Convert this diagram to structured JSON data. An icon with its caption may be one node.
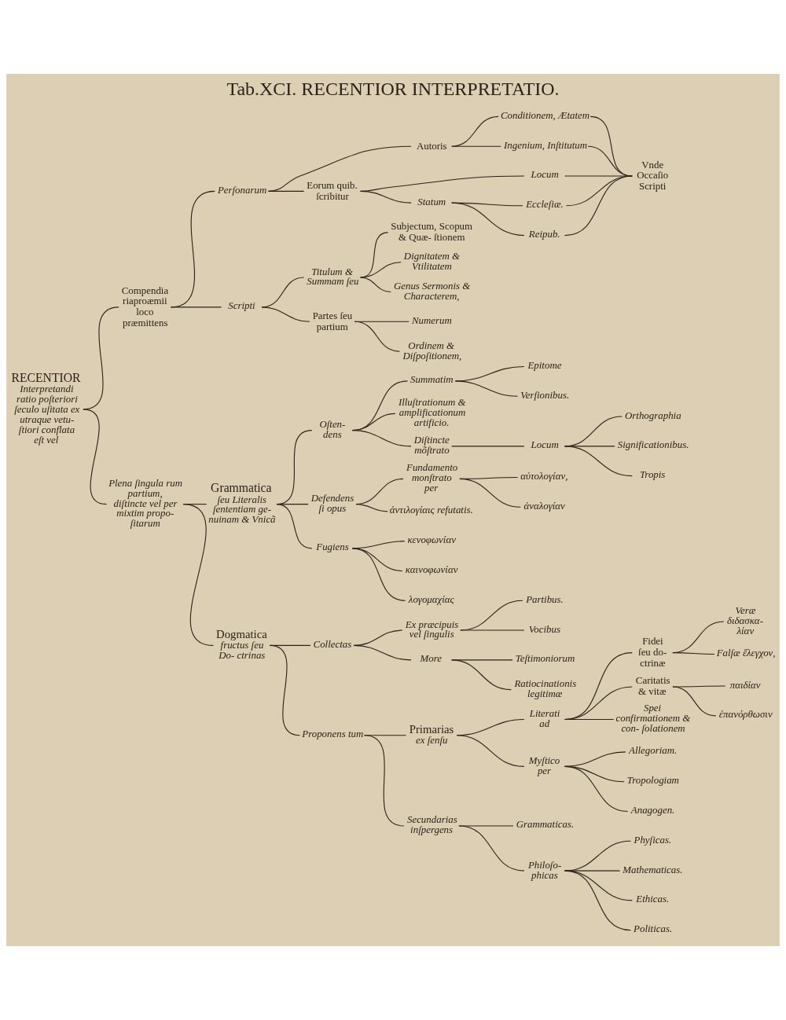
{
  "diagram": {
    "title": "Tab.XCI. RECENTIOR INTERPRETATIO.",
    "nodes": [
      {
        "text": [
          "RECENTIOR",
          "Interpretandi ratio poſteriori ſeculo uſitata ex utraque vetu- ſtiori conflata eſt vel"
        ]
      },
      {
        "text": [
          "Compendia riaproæmii loco præmittens"
        ]
      },
      {
        "text": [
          "Perſonarum"
        ]
      },
      {
        "text": [
          "Autoris"
        ]
      },
      {
        "text": [
          "Conditionem, Ætatem"
        ]
      },
      {
        "text": [
          "Ingenium, Inſtitutum"
        ]
      },
      {
        "text": [
          "Eorum quib. ſcribitur"
        ]
      },
      {
        "text": [
          "Locum"
        ]
      },
      {
        "text": [
          "Statum"
        ]
      },
      {
        "text": [
          "Eccleſiæ."
        ]
      },
      {
        "text": [
          "Reipub."
        ]
      },
      {
        "text": [
          "Vnde Occaſio Scripti"
        ]
      },
      {
        "text": [
          "Scripti"
        ]
      },
      {
        "text": [
          "Titulum & Summam ſeu"
        ]
      },
      {
        "text": [
          "Subjectum, Scopum & Quæ- ſtionem"
        ]
      },
      {
        "text": [
          "Dignitatem & Vtilitatem"
        ]
      },
      {
        "text": [
          "Genus Sermonis & Characterem,"
        ]
      },
      {
        "text": [
          "Partes ſeu partium"
        ]
      },
      {
        "text": [
          "Numerum"
        ]
      },
      {
        "text": [
          "Ordinem & Diſpoſitionem,"
        ]
      },
      {
        "text": [
          "Plena ſingula rum partium, diſtincte vel per mixtim propo- ſitarum"
        ]
      },
      {
        "text": [
          "Grammatica",
          "ſeu Literalis ſententiam ge- nuinam & Vnicã"
        ]
      },
      {
        "text": [
          "Oſten- dens"
        ]
      },
      {
        "text": [
          "Summatim"
        ]
      },
      {
        "text": [
          "Epitome"
        ]
      },
      {
        "text": [
          "Verſionibus."
        ]
      },
      {
        "text": [
          "Illuſtrationum & amplificationum artificio."
        ]
      },
      {
        "text": [
          "Diſtincte mõſtrato"
        ]
      },
      {
        "text": [
          "Locum"
        ]
      },
      {
        "text": [
          "Orthographia"
        ]
      },
      {
        "text": [
          "Significationibus."
        ]
      },
      {
        "text": [
          "Tropis"
        ]
      },
      {
        "text": [
          "Defendens ſi opus"
        ]
      },
      {
        "text": [
          "Fundamento monſtrato per"
        ]
      },
      {
        "text": [
          "αὐτολογίαν,"
        ]
      },
      {
        "text": [
          "ἀναλογίαν"
        ]
      },
      {
        "text": [
          "ἀντιλογίαις refutatis."
        ]
      },
      {
        "text": [
          "Fugiens"
        ]
      },
      {
        "text": [
          "κενοφωνίαν"
        ]
      },
      {
        "text": [
          "καινοφωνίαν"
        ]
      },
      {
        "text": [
          "λογομαχίας"
        ]
      },
      {
        "text": [
          "Dogmatica",
          "fructus ſeu Do- ctrinas"
        ]
      },
      {
        "text": [
          "Collectas"
        ]
      },
      {
        "text": [
          "Ex præcipuis vel ſingulis"
        ]
      },
      {
        "text": [
          "Partibus."
        ]
      },
      {
        "text": [
          "Vocibus"
        ]
      },
      {
        "text": [
          "More"
        ]
      },
      {
        "text": [
          "Teſtimoniorum"
        ]
      },
      {
        "text": [
          "Ratiocinationis legitimæ"
        ]
      },
      {
        "text": [
          "Proponens tum"
        ]
      },
      {
        "text": [
          "Primarias",
          "ex ſenſu"
        ]
      },
      {
        "text": [
          "Literati ad"
        ]
      },
      {
        "text": [
          "Fidei ſeu do- ctrinæ"
        ]
      },
      {
        "text": [
          "Veræ διδασκα- λίαν"
        ]
      },
      {
        "text": [
          "Falſæ ἔλεγχον,"
        ]
      },
      {
        "text": [
          "Caritatis & vitæ"
        ]
      },
      {
        "text": [
          "παιδίαν"
        ]
      },
      {
        "text": [
          "ἐπανόρθωσιν"
        ]
      },
      {
        "text": [
          "Spei confirmationem & con- ſolationem"
        ]
      },
      {
        "text": [
          "Myſtico per"
        ]
      },
      {
        "text": [
          "Allegoriam."
        ]
      },
      {
        "text": [
          "Tropologiam"
        ]
      },
      {
        "text": [
          "Anagogen."
        ]
      },
      {
        "text": [
          "Secundarias inſpergens"
        ]
      },
      {
        "text": [
          "Grammaticas."
        ]
      },
      {
        "text": [
          "Philoſo- phicas"
        ]
      },
      {
        "text": [
          "Phyſicas."
        ]
      },
      {
        "text": [
          "Mathematicas."
        ]
      },
      {
        "text": [
          "Ethicas."
        ]
      },
      {
        "text": [
          "Politicas."
        ]
      }
    ],
    "edges": [
      {
        "from": 0,
        "to": 1,
        "arrow": "none"
      },
      {
        "from": 0,
        "to": 20,
        "arrow": "none"
      },
      {
        "from": 1,
        "to": 2,
        "arrow": "none"
      },
      {
        "from": 1,
        "to": 12,
        "arrow": "none"
      },
      {
        "from": 2,
        "to": 3,
        "arrow": "none"
      },
      {
        "from": 2,
        "to": 6,
        "arrow": "none"
      },
      {
        "from": 3,
        "to": 4,
        "arrow": "none"
      },
      {
        "from": 3,
        "to": 5,
        "arrow": "none"
      },
      {
        "from": 6,
        "to": 7,
        "arrow": "none"
      },
      {
        "from": 6,
        "to": 8,
        "arrow": "none"
      },
      {
        "from": 8,
        "to": 9,
        "arrow": "none"
      },
      {
        "from": 8,
        "to": 10,
        "arrow": "none"
      },
      {
        "from": 4,
        "to": 11,
        "arrow": "none"
      },
      {
        "from": 5,
        "to": 11,
        "arrow": "none"
      },
      {
        "from": 7,
        "to": 11,
        "arrow": "none"
      },
      {
        "from": 9,
        "to": 11,
        "arrow": "none"
      },
      {
        "from": 10,
        "to": 11,
        "arrow": "none"
      },
      {
        "from": 12,
        "to": 13,
        "arrow": "none"
      },
      {
        "from": 12,
        "to": 17,
        "arrow": "none"
      },
      {
        "from": 13,
        "to": 14,
        "arrow": "none"
      },
      {
        "from": 13,
        "to": 15,
        "arrow": "none"
      },
      {
        "from": 13,
        "to": 16,
        "arrow": "none"
      },
      {
        "from": 17,
        "to": 18,
        "arrow": "none"
      },
      {
        "from": 17,
        "to": 19,
        "arrow": "none"
      },
      {
        "from": 20,
        "to": 21,
        "arrow": "none"
      },
      {
        "from": 20,
        "to": 41,
        "arrow": "none"
      },
      {
        "from": 21,
        "to": 22,
        "arrow": "none"
      },
      {
        "from": 21,
        "to": 32,
        "arrow": "none"
      },
      {
        "from": 21,
        "to": 37,
        "arrow": "none"
      },
      {
        "from": 22,
        "to": 23,
        "arrow": "none"
      },
      {
        "from": 22,
        "to": 26,
        "arrow": "none"
      },
      {
        "from": 22,
        "to": 27,
        "arrow": "none"
      },
      {
        "from": 23,
        "to": 24,
        "arrow": "none"
      },
      {
        "from": 23,
        "to": 25,
        "arrow": "none"
      },
      {
        "from": 27,
        "to": 28,
        "arrow": "none"
      },
      {
        "from": 28,
        "to": 29,
        "arrow": "none"
      },
      {
        "from": 28,
        "to": 30,
        "arrow": "none"
      },
      {
        "from": 28,
        "to": 31,
        "arrow": "none"
      },
      {
        "from": 32,
        "to": 33,
        "arrow": "none"
      },
      {
        "from": 32,
        "to": 36,
        "arrow": "none"
      },
      {
        "from": 33,
        "to": 34,
        "arrow": "none"
      },
      {
        "from": 33,
        "to": 35,
        "arrow": "none"
      },
      {
        "from": 37,
        "to": 38,
        "arrow": "none"
      },
      {
        "from": 37,
        "to": 39,
        "arrow": "none"
      },
      {
        "from": 37,
        "to": 40,
        "arrow": "none"
      },
      {
        "from": 41,
        "to": 42,
        "arrow": "none"
      },
      {
        "from": 41,
        "to": 49,
        "arrow": "none"
      },
      {
        "from": 42,
        "to": 43,
        "arrow": "none"
      },
      {
        "from": 42,
        "to": 46,
        "arrow": "none"
      },
      {
        "from": 43,
        "to": 44,
        "arrow": "none"
      },
      {
        "from": 43,
        "to": 45,
        "arrow": "none"
      },
      {
        "from": 46,
        "to": 47,
        "arrow": "none"
      },
      {
        "from": 46,
        "to": 48,
        "arrow": "none"
      },
      {
        "from": 49,
        "to": 50,
        "arrow": "none"
      },
      {
        "from": 49,
        "to": 63,
        "arrow": "none"
      },
      {
        "from": 50,
        "to": 51,
        "arrow": "none"
      },
      {
        "from": 50,
        "to": 59,
        "arrow": "none"
      },
      {
        "from": 51,
        "to": 52,
        "arrow": "none"
      },
      {
        "from": 51,
        "to": 55,
        "arrow": "none"
      },
      {
        "from": 51,
        "to": 58,
        "arrow": "none"
      },
      {
        "from": 52,
        "to": 53,
        "arrow": "none"
      },
      {
        "from": 52,
        "to": 54,
        "arrow": "none"
      },
      {
        "from": 55,
        "to": 56,
        "arrow": "none"
      },
      {
        "from": 55,
        "to": 57,
        "arrow": "none"
      },
      {
        "from": 59,
        "to": 60,
        "arrow": "none"
      },
      {
        "from": 59,
        "to": 61,
        "arrow": "none"
      },
      {
        "from": 59,
        "to": 62,
        "arrow": "none"
      },
      {
        "from": 63,
        "to": 64,
        "arrow": "none"
      },
      {
        "from": 63,
        "to": 65,
        "arrow": "none"
      },
      {
        "from": 65,
        "to": 66,
        "arrow": "none"
      },
      {
        "from": 65,
        "to": 67,
        "arrow": "none"
      },
      {
        "from": 65,
        "to": 68,
        "arrow": "none"
      },
      {
        "from": 65,
        "to": 69,
        "arrow": "none"
      }
    ]
  }
}
